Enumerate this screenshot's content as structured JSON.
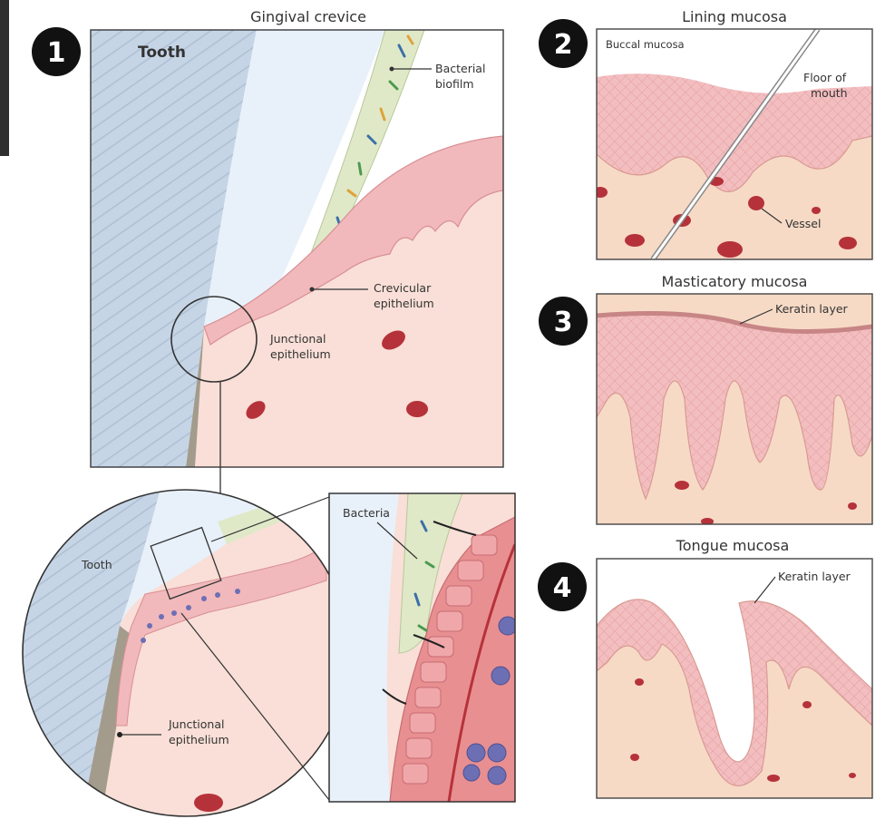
{
  "panel1": {
    "number": "1",
    "title": "Gingival crevice",
    "tooth": "Tooth",
    "bacterial_biofilm_1": "Bacterial",
    "bacterial_biofilm_2": "biofilm",
    "crevicular_1": "Crevicular",
    "crevicular_2": "epithelium",
    "junctional_1": "Junctional",
    "junctional_2": "epithelium"
  },
  "zoom": {
    "tooth": "Tooth",
    "bacteria": "Bacteria",
    "junctional_1": "Junctional",
    "junctional_2": "epithelium"
  },
  "panel2": {
    "number": "2",
    "title": "Lining mucosa",
    "buccal": "Buccal mucosa",
    "floor_1": "Floor of",
    "floor_2": "mouth",
    "vessel": "Vessel"
  },
  "panel3": {
    "number": "3",
    "title": "Masticatory mucosa",
    "keratin": "Keratin layer"
  },
  "panel4": {
    "number": "4",
    "title": "Tongue mucosa",
    "keratin": "Keratin layer"
  },
  "colors": {
    "tooth": "#c9d7e6",
    "enamel": "#eaf2fa",
    "epithelium": "#f1b9bb",
    "connective": "#f9dfd7",
    "vessel": "#b6323a",
    "biofilm": "#dfe9c8",
    "immune": "#6d6fb5"
  }
}
